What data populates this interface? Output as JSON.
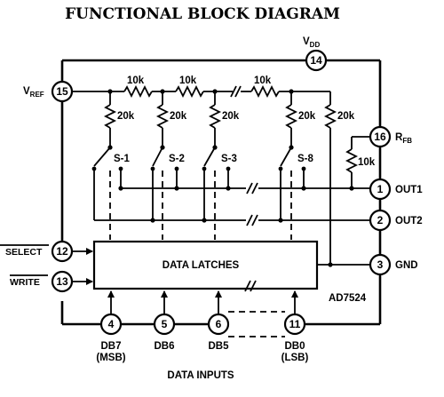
{
  "title": "FUNCTIONAL BLOCK DIAGRAM",
  "chip": "AD7524",
  "block_label": "DATA LATCHES",
  "vdd_label": "V",
  "vdd_sub": "DD",
  "vref_label": "V",
  "vref_sub": "REF",
  "rfb_label": "R",
  "rfb_sub": "FB",
  "pins": {
    "vdd": "14",
    "vref": "15",
    "rfb": "16",
    "out1": "1",
    "out2": "2",
    "gnd": "3",
    "cs": "12",
    "wr": "13",
    "db7": "4",
    "db6": "5",
    "db5": "6",
    "db0": "11"
  },
  "labels": {
    "out1": "OUT1",
    "out2": "OUT2",
    "gnd": "GND",
    "cs": "SELECT",
    "wr": "WRITE",
    "db7": "DB7",
    "db7_sub": "(MSB)",
    "db6": "DB6",
    "db5": "DB5",
    "db0": "DB0",
    "db0_sub": "(LSB)",
    "data_inputs": "DATA INPUTS"
  },
  "resistors": {
    "series": "10k",
    "shunt": "20k",
    "feedback": "10k"
  },
  "switches": [
    "S-1",
    "S-2",
    "S-3",
    "S-8"
  ]
}
